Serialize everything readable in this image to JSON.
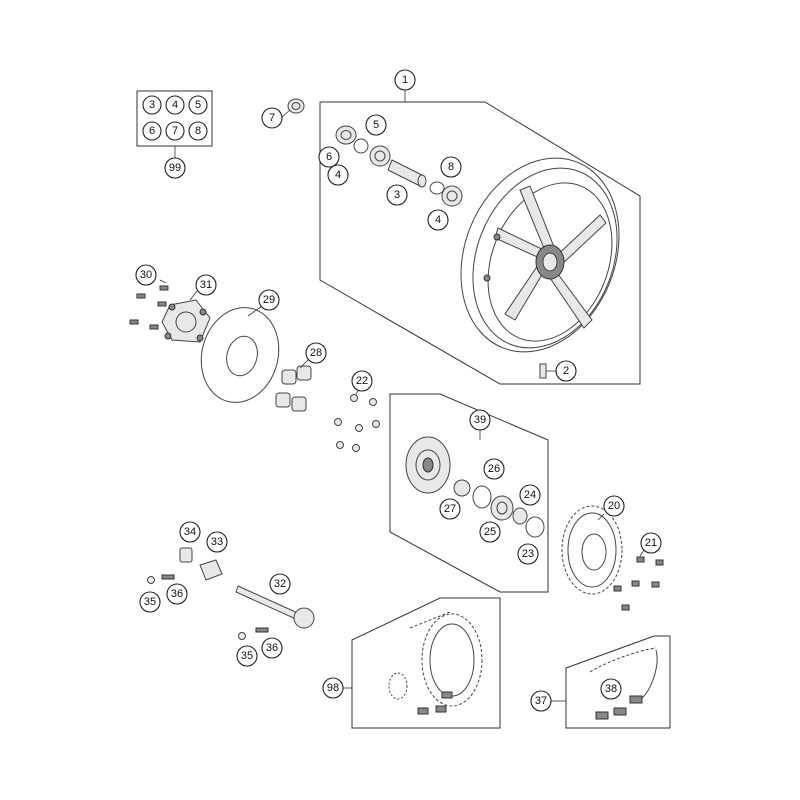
{
  "callouts": [
    {
      "id": "1",
      "label": "1"
    },
    {
      "id": "2",
      "label": "2"
    },
    {
      "id": "3",
      "label": "3"
    },
    {
      "id": "4a",
      "label": "4"
    },
    {
      "id": "4b",
      "label": "4"
    },
    {
      "id": "5",
      "label": "5"
    },
    {
      "id": "6",
      "label": "6"
    },
    {
      "id": "7",
      "label": "7"
    },
    {
      "id": "8",
      "label": "8"
    },
    {
      "id": "20",
      "label": "20"
    },
    {
      "id": "21",
      "label": "21"
    },
    {
      "id": "22",
      "label": "22"
    },
    {
      "id": "23",
      "label": "23"
    },
    {
      "id": "24",
      "label": "24"
    },
    {
      "id": "25",
      "label": "25"
    },
    {
      "id": "26",
      "label": "26"
    },
    {
      "id": "27",
      "label": "27"
    },
    {
      "id": "28",
      "label": "28"
    },
    {
      "id": "29",
      "label": "29"
    },
    {
      "id": "30",
      "label": "30"
    },
    {
      "id": "31",
      "label": "31"
    },
    {
      "id": "32",
      "label": "32"
    },
    {
      "id": "33",
      "label": "33"
    },
    {
      "id": "34",
      "label": "34"
    },
    {
      "id": "35a",
      "label": "35"
    },
    {
      "id": "35b",
      "label": "35"
    },
    {
      "id": "36a",
      "label": "36"
    },
    {
      "id": "36b",
      "label": "36"
    },
    {
      "id": "37",
      "label": "37"
    },
    {
      "id": "38",
      "label": "38"
    },
    {
      "id": "39",
      "label": "39"
    },
    {
      "id": "98",
      "label": "98"
    },
    {
      "id": "99",
      "label": "99"
    }
  ],
  "kit_99": {
    "items": [
      "3",
      "4",
      "5",
      "6",
      "7",
      "8"
    ],
    "label": "99"
  }
}
